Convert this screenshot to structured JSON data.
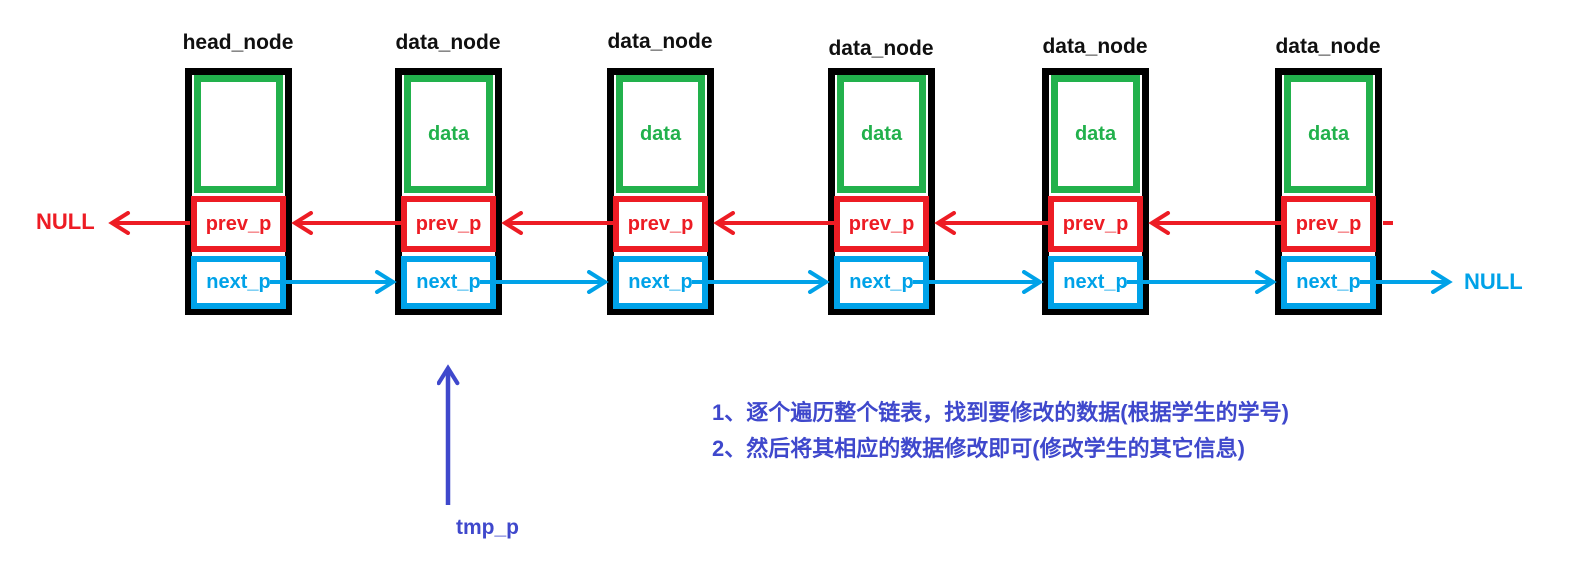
{
  "diagram": {
    "title_hint": "doubly linked list traversal/modify diagram",
    "null_left": "NULL",
    "null_right": "NULL",
    "tmp_pointer_label": "tmp_p",
    "nodes": [
      {
        "title": "head_node",
        "data_label": "",
        "prev_label": "prev_p",
        "next_label": "next_p"
      },
      {
        "title": "data_node",
        "data_label": "data",
        "prev_label": "prev_p",
        "next_label": "next_p"
      },
      {
        "title": "data_node",
        "data_label": "data",
        "prev_label": "prev_p",
        "next_label": "next_p"
      },
      {
        "title": "data_node",
        "data_label": "data",
        "prev_label": "prev_p",
        "next_label": "next_p"
      },
      {
        "title": "data_node",
        "data_label": "data",
        "prev_label": "prev_p",
        "next_label": "next_p"
      },
      {
        "title": "data_node",
        "data_label": "data",
        "prev_label": "prev_p",
        "next_label": "next_p"
      }
    ],
    "notes": [
      "1、逐个遍历整个链表，找到要修改的数据(根据学生的学号)",
      "2、然后将其相应的数据修改即可(修改学生的其它信息)"
    ],
    "colors": {
      "green": "#22B14C",
      "red": "#ED1C24",
      "blue": "#00A2E8",
      "indigo": "#3F48CC",
      "black": "#000000"
    }
  }
}
